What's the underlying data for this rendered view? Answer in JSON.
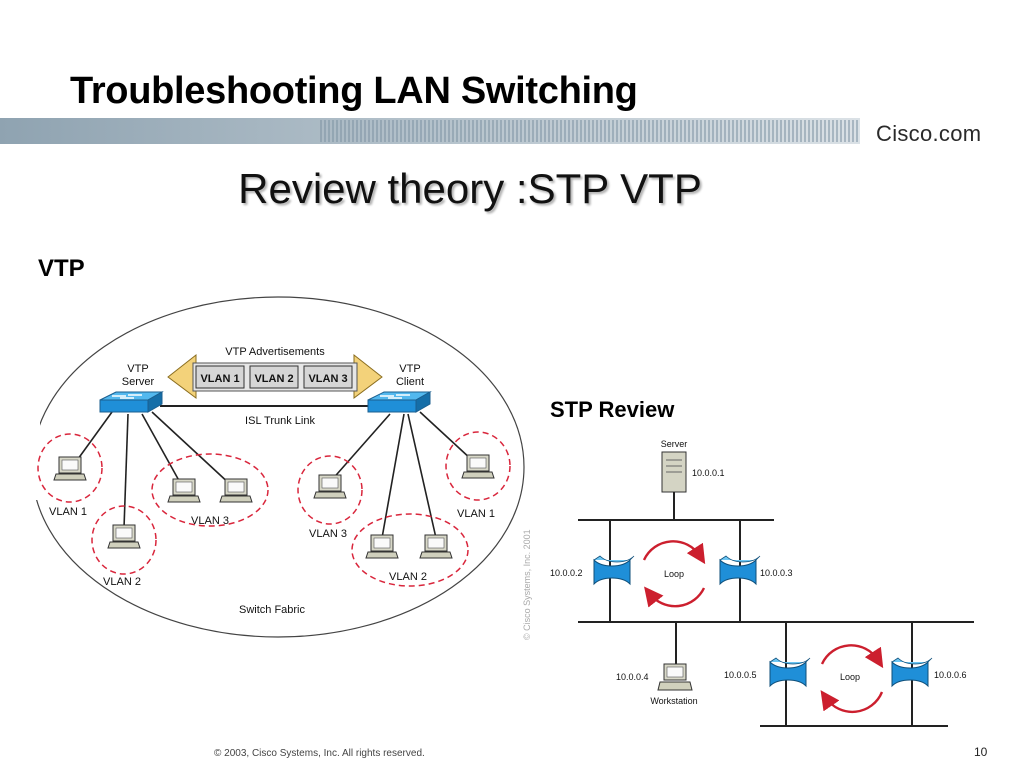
{
  "slide": {
    "title": "Troubleshooting LAN Switching",
    "subtitle": "Review theory :STP VTP",
    "logo_text": "Cisco.com",
    "footer": "© 2003, Cisco Systems, Inc. All rights reserved.",
    "page_number": "10"
  },
  "vtp_diagram": {
    "heading": "VTP",
    "advertisements_label": "VTP Advertisements",
    "vlan_boxes": [
      "VLAN 1",
      "VLAN 2",
      "VLAN 3"
    ],
    "server_label_line1": "VTP",
    "server_label_line2": "Server",
    "client_label_line1": "VTP",
    "client_label_line2": "Client",
    "trunk_label": "ISL Trunk Link",
    "fabric_label": "Switch Fabric",
    "group_labels": {
      "left_vlan1": "VLAN 1",
      "left_vlan2": "VLAN 2",
      "left_vlan3": "VLAN 3",
      "right_vlan3": "VLAN 3",
      "right_vlan1": "VLAN 1",
      "right_vlan2": "VLAN 2"
    },
    "watermark": "© Cisco Systems, Inc. 2001"
  },
  "stp_diagram": {
    "heading": "STP Review",
    "server_label": "Server",
    "server_ip": "10.0.0.1",
    "bridge_ips": [
      "10.0.0.2",
      "10.0.0.3",
      "10.0.0.5",
      "10.0.0.6"
    ],
    "loop_label": "Loop",
    "workstation_ip": "10.0.0.4",
    "workstation_label": "Workstation"
  },
  "colors": {
    "switch_blue": "#1f8fd8",
    "vlan_ring_red": "#d9263c",
    "loop_red": "#cc1f2e",
    "arrow_fill": "#f3d27a",
    "header_band": "#9fb0bd"
  }
}
